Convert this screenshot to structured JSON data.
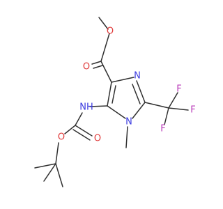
{
  "colors": {
    "carbon_bond": "#303030",
    "oxygen": "#e03a3a",
    "nitrogen": "#3a3ae0",
    "fluorine": "#b83ab8",
    "background": "#ffffff"
  },
  "atoms": {
    "ester_o_single": "O",
    "ester_o_double": "O",
    "ring_n_top": "N",
    "ring_n_bottom": "N",
    "amide_n": "NH",
    "boc_o_single": "O",
    "boc_o_double": "O",
    "f_top": "F",
    "f_right": "F",
    "f_bottom": "F"
  }
}
